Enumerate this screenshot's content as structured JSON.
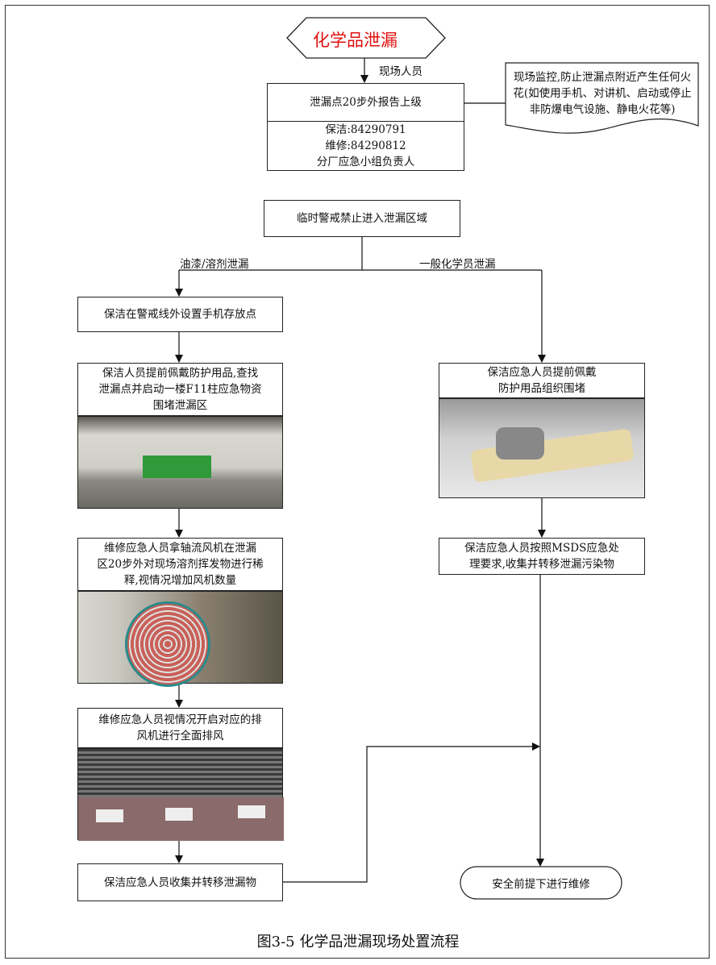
{
  "title": "化学品泄漏",
  "title_color": "#e01010",
  "edge_label_top": "现场人员",
  "report_box": {
    "header": "泄漏点20步外报告上级",
    "contacts": "保洁:84290791\n维修:84290812\n分厂应急小组负责人"
  },
  "note": "现场监控,防止泄漏点附近产生任何火花(如使用手机、对讲机、启动或停止非防爆电气设施、静电火花等)",
  "cordon": "临时警戒禁止进入泄漏区域",
  "branch_left": "油漆/溶剂泄漏",
  "branch_right": "一般化学员泄漏",
  "left_steps": [
    "保洁在警戒线外设置手机存放点",
    "保洁人员提前佩戴防护用品,查找\n泄漏点并启动一楼F11柱应急物资\n围堵泄漏区",
    "维修应急人员拿轴流风机在泄漏\n区20步外对现场溶剂挥发物进行稀\n释,视情况增加风机数量",
    "维修应急人员视情况开启对应的排\n风机进行全面排风",
    "保洁应急人员收集并转移泄漏物"
  ],
  "right_steps": [
    "保洁应急人员提前佩戴\n防护用品组织围堵",
    "保洁应急人员按照MSDS应急处\n理要求,收集并转移泄漏污染物"
  ],
  "end": "安全前提下进行维修",
  "caption": "图3-5 化学品泄漏现场处置流程"
}
